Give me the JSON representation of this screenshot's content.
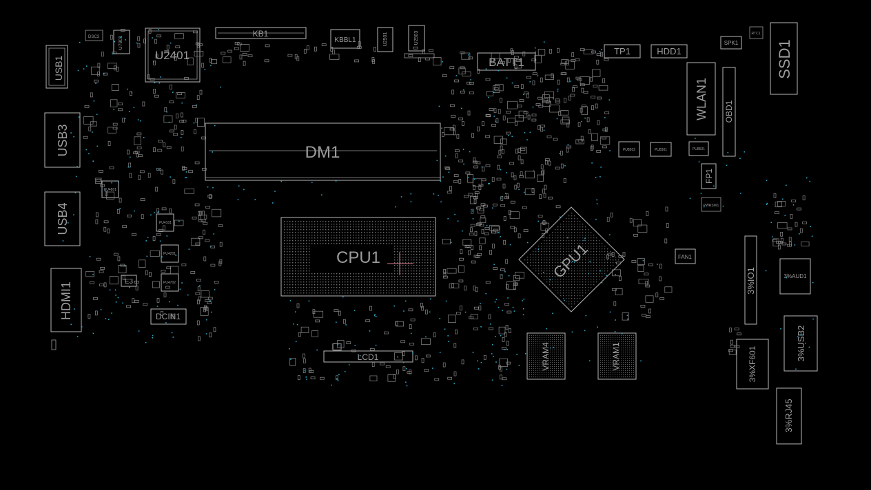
{
  "board": {
    "background": "#000000",
    "outline_color": "#b8b8b8",
    "label_color": "#9c9c9c",
    "testpoint_color": "#2aa7c9",
    "marker_color": "#e07a8a"
  },
  "labels": {
    "usb1": "USB1",
    "usb3": "USB3",
    "usb4": "USB4",
    "hdmi1": "HDMI1",
    "e3": "E3",
    "dcin1": "DCIN1",
    "dsc3": "DSC3",
    "u7801": "U7801",
    "u2401": "U2401",
    "kb1": "KB1",
    "kbbl1": "KBBL1",
    "u2501": "U2501",
    "u2503": "U2503",
    "batt1": "BATT1",
    "dm1": "DM1",
    "cpu1": "CPU1",
    "gpu1": "GPU1",
    "lcd1": "LCD1",
    "vram4": "VRAM4",
    "vram1": "VRAM1",
    "tp1": "TP1",
    "hdd1": "HDD1",
    "spk1": "SPK1",
    "rtc1": "RTC1",
    "ssd1": "SSD1",
    "wlan1": "WLAN1",
    "obd1": "OBD1",
    "fp1": "FP1",
    "fan1": "FAN1",
    "io1": "3%IO1",
    "aud1": "3%AUD1",
    "usb2": "3%USB2",
    "xf601": "3%XF601",
    "rj45": "3%RJ45",
    "pu8502": "PU8502",
    "pu8301": "PU8301",
    "pu8501": "PU8501",
    "pu4801": "PU4801",
    "pu4101": "PU4101",
    "pu4201": "PU4201",
    "pu4702": "PU4702",
    "pwrsw1": "PWRSW1"
  }
}
